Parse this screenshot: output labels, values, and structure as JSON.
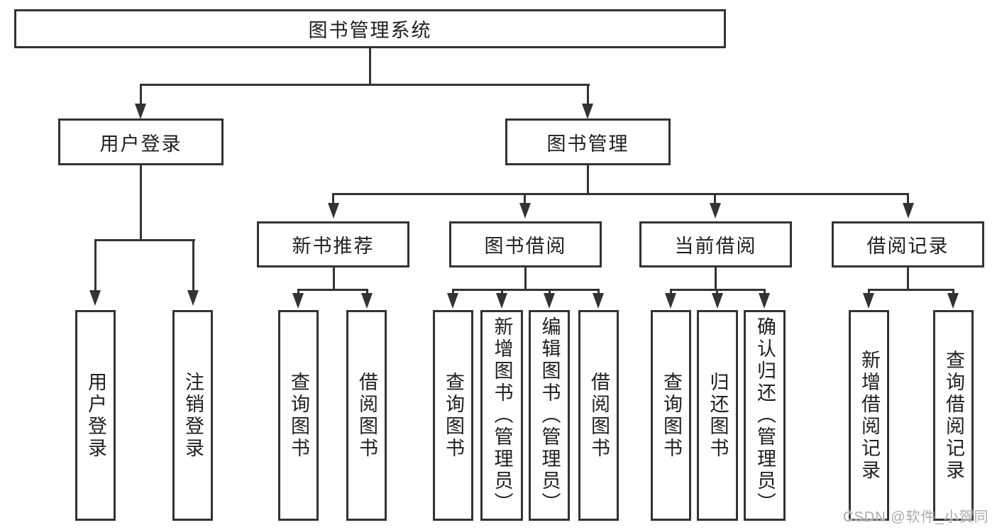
{
  "colors": {
    "line": "#333333",
    "text": "#1f1f1f",
    "watermark": "#ababab",
    "background": "#ffffff"
  },
  "nodes": {
    "root": "图书管理系统",
    "user_login": "用户登录",
    "book_mgmt": "图书管理",
    "new_book_rec": "新书推荐",
    "book_borrow": "图书借阅",
    "current_borrow": "当前借阅",
    "borrow_records": "借阅记录",
    "user_login_leaf": "用户登录",
    "logout": "注销登录",
    "rec_query_book": "查询图书",
    "rec_borrow_book": "借阅图书",
    "bb_query_book": "查询图书",
    "bb_add_book": "新增图书（管理员）",
    "bb_edit_book": "编辑图书（管理员）",
    "bb_borrow_book": "借阅图书",
    "cb_query_book": "查询图书",
    "cb_return_book": "归还图书",
    "cb_confirm_return": "确认归还（管理员）",
    "br_add_record": "新增借阅记录",
    "br_query_record": "查询借阅记录"
  },
  "hierarchy": [
    {
      "parent": "图书管理系统",
      "children": [
        "用户登录",
        "图书管理"
      ]
    },
    {
      "parent": "用户登录",
      "children": [
        "用户登录",
        "注销登录"
      ]
    },
    {
      "parent": "图书管理",
      "children": [
        "新书推荐",
        "图书借阅",
        "当前借阅",
        "借阅记录"
      ]
    },
    {
      "parent": "新书推荐",
      "children": [
        "查询图书",
        "借阅图书"
      ]
    },
    {
      "parent": "图书借阅",
      "children": [
        "查询图书",
        "新增图书（管理员）",
        "编辑图书（管理员）",
        "借阅图书"
      ]
    },
    {
      "parent": "当前借阅",
      "children": [
        "查询图书",
        "归还图书",
        "确认归还（管理员）"
      ]
    },
    {
      "parent": "借阅记录",
      "children": [
        "新增借阅记录",
        "查询借阅记录"
      ]
    }
  ],
  "watermark": {
    "text": "CSDN @软件_小贺同学"
  }
}
